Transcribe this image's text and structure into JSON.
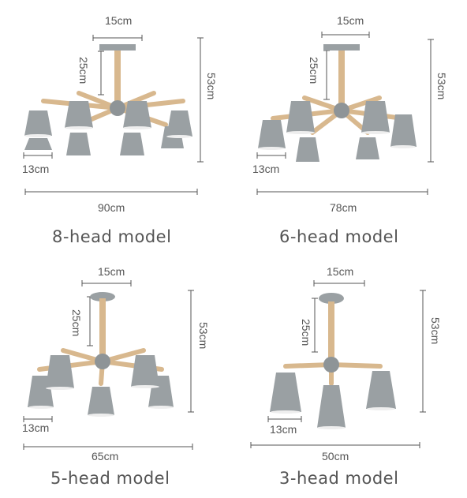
{
  "models": [
    {
      "title": "8-head model",
      "top_width": "15cm",
      "drop": "25cm",
      "height": "53cm",
      "shade": "13cm",
      "width": "90cm"
    },
    {
      "title": "6-head model",
      "top_width": "15cm",
      "drop": "25cm",
      "height": "53cm",
      "shade": "13cm",
      "width": "78cm"
    },
    {
      "title": "5-head model",
      "top_width": "15cm",
      "drop": "25cm",
      "height": "53cm",
      "shade": "13cm",
      "width": "65cm"
    },
    {
      "title": "3-head model",
      "top_width": "15cm",
      "drop": "25cm",
      "height": "53cm",
      "shade": "13cm",
      "width": "50cm"
    }
  ],
  "colors": {
    "shade": "#9aa0a3",
    "shade_light": "#b3b8bb",
    "wood": "#d8b88e",
    "line": "#555555"
  }
}
